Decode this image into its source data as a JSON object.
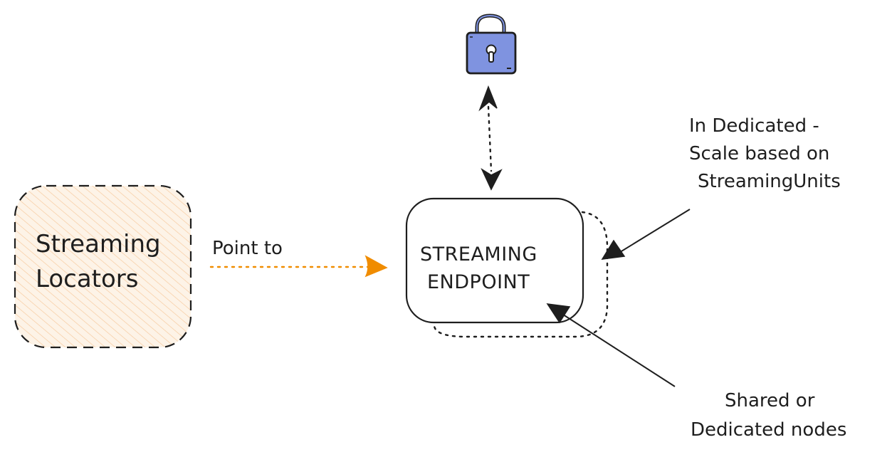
{
  "nodes": {
    "streaming_locators": {
      "lines": [
        "Streaming",
        "Locators"
      ]
    },
    "streaming_endpoint": {
      "lines": [
        "STREAMING",
        "ENDPOINT"
      ]
    }
  },
  "edges": {
    "point_to": {
      "label": "Point to"
    }
  },
  "annotations": {
    "dedicated_scale": {
      "lines": [
        "In Dedicated -",
        "Scale based on",
        "StreamingUnits"
      ]
    },
    "shared_or_dedicated": {
      "lines": [
        "Shared or",
        "Dedicated nodes"
      ]
    }
  },
  "icons": {
    "lock": "lock-icon"
  },
  "colors": {
    "locators_fill": "#ffc9a0",
    "point_to_arrow": "#f08c00",
    "lock_body": "#7f93e0",
    "stroke": "#1e1e1e"
  }
}
